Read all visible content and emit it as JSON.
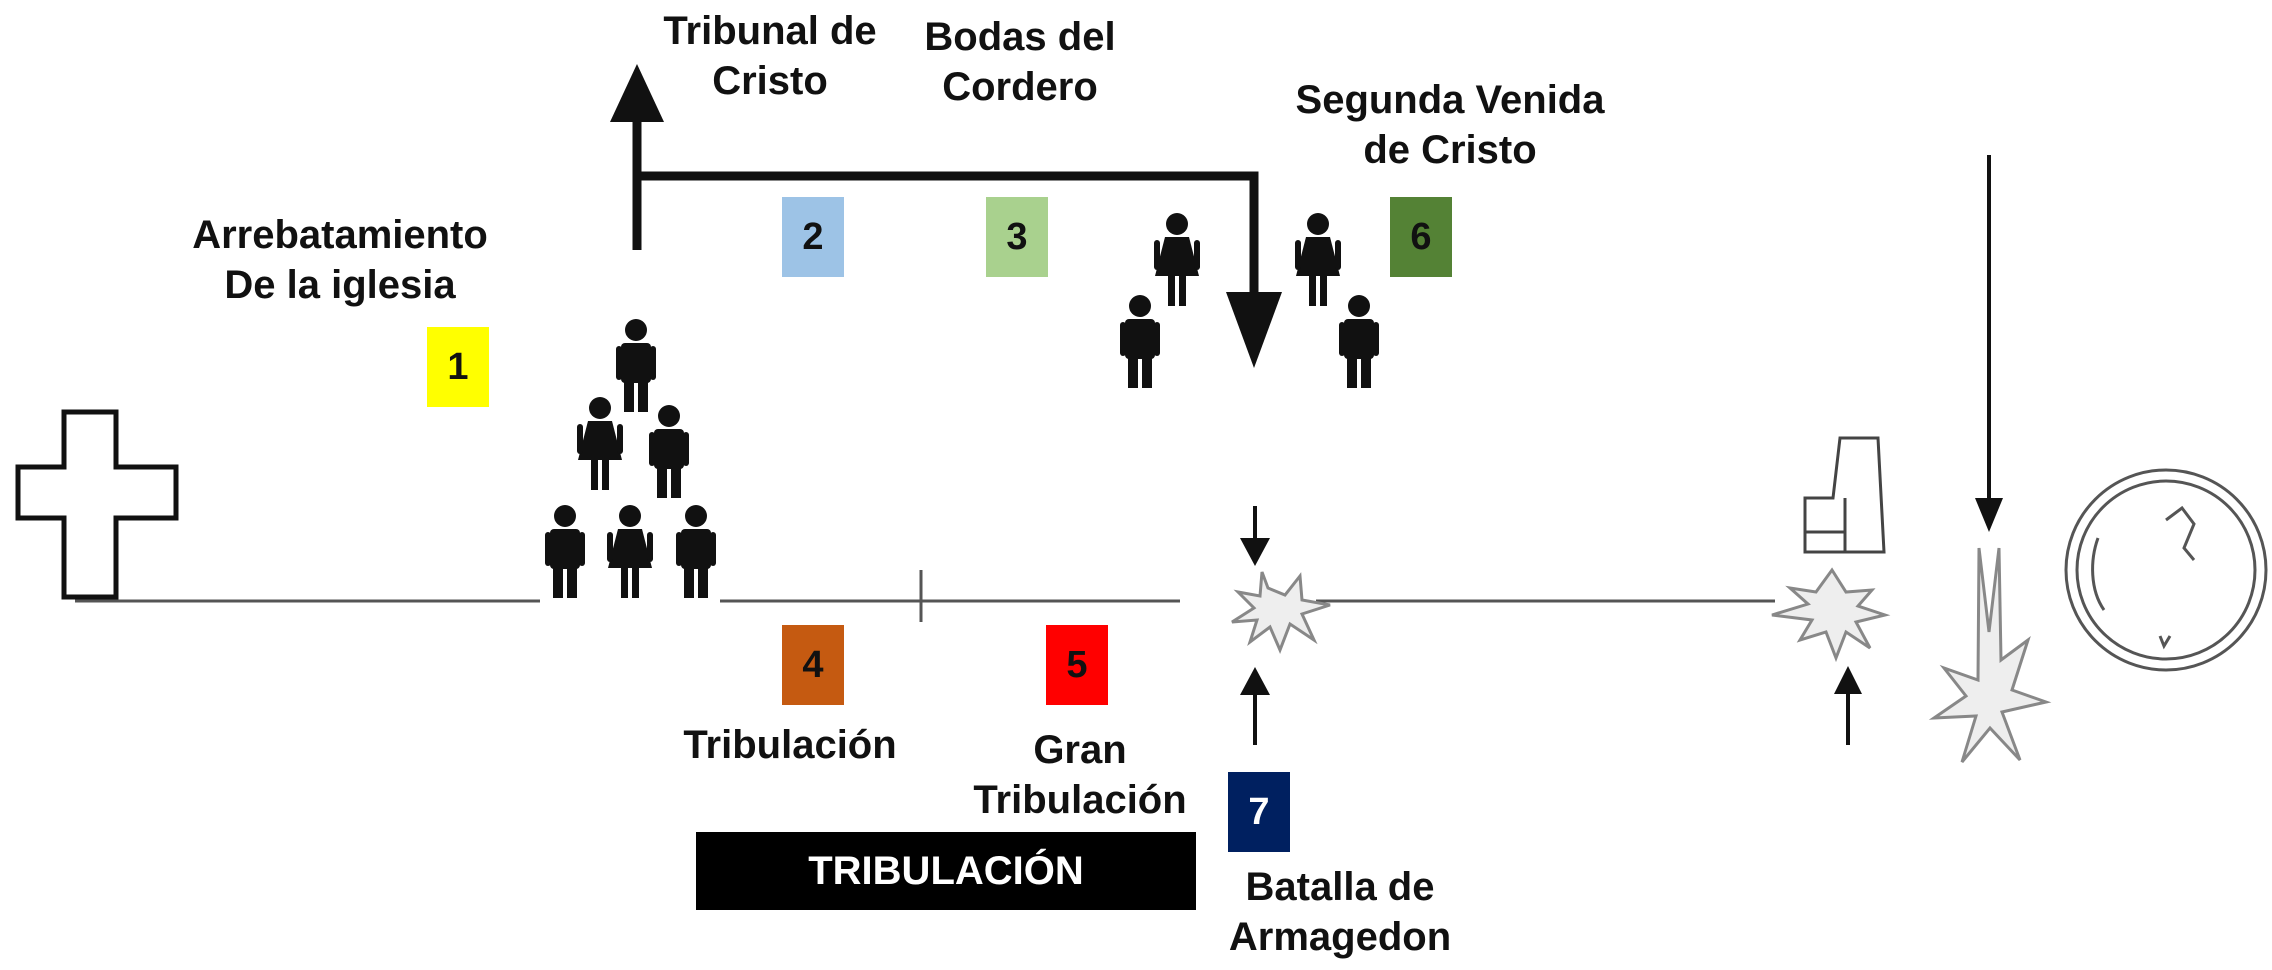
{
  "labels": {
    "arrebatamiento": [
      "Arrebatamiento",
      "De la iglesia"
    ],
    "tribunal": [
      "Tribunal de",
      "Cristo"
    ],
    "bodas": [
      "Bodas del",
      "Cordero"
    ],
    "segunda_venida": [
      "Segunda Venida",
      "de Cristo"
    ],
    "tribulacion": "Tribulación",
    "gran_tribulacion": [
      "Gran",
      "Tribulación"
    ],
    "batalla": [
      "Batalla de",
      "Armagedon"
    ]
  },
  "bar_label": "TRIBULACIÓN",
  "badges": {
    "b1": "1",
    "b2": "2",
    "b3": "3",
    "b4": "4",
    "b5": "5",
    "b6": "6",
    "b7": "7"
  },
  "colors": {
    "b1": "#ffff00",
    "b2": "#9dc3e6",
    "b3": "#a9d18e",
    "b4": "#c55a11",
    "b5": "#ff0000",
    "b6": "#548235",
    "b7": "#002060",
    "line": "#555555",
    "ink": "#111111"
  },
  "icons": [
    "cross-icon",
    "person-icon",
    "woman-icon",
    "explosion-icon",
    "throne-icon",
    "earth-globe-icon",
    "arrow-icon"
  ]
}
